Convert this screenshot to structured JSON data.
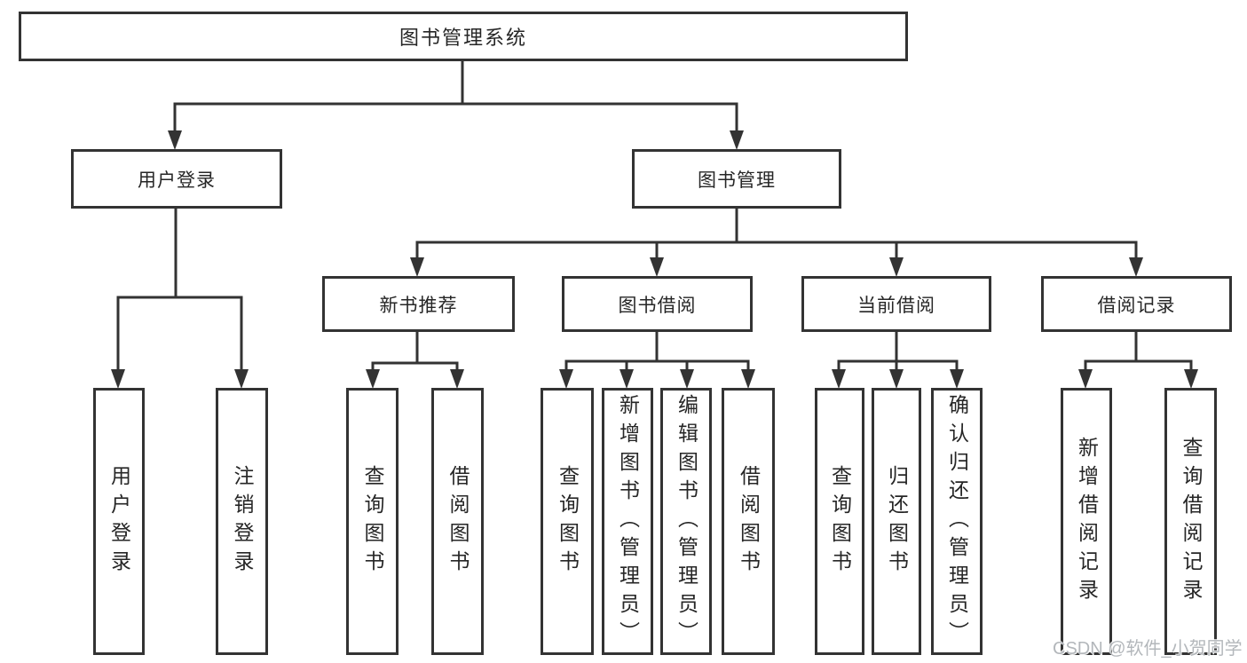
{
  "diagram": {
    "type": "hierarchy",
    "root": {
      "label": "图书管理系统"
    },
    "level2": [
      {
        "label": "用户登录"
      },
      {
        "label": "图书管理"
      }
    ],
    "level3": [
      {
        "label": "新书推荐"
      },
      {
        "label": "图书借阅"
      },
      {
        "label": "当前借阅"
      },
      {
        "label": "借阅记录"
      }
    ],
    "leaves": {
      "user_login": [
        "用户登录",
        "注销登录"
      ],
      "new_books": [
        "查询图书",
        "借阅图书"
      ],
      "book_borrow": [
        "查询图书",
        "新增图书（管理员）",
        "编辑图书（管理员）",
        "借阅图书"
      ],
      "current_borrow": [
        "查询图书",
        "归还图书",
        "确认归还（管理员）"
      ],
      "borrow_records": [
        "新增借阅记录",
        "查询借阅记录"
      ]
    },
    "colors": {
      "line": "#333333",
      "text": "#262626",
      "background": "#ffffff",
      "watermark": "#b3b7bb"
    },
    "watermark": "CSDN @软件_小贺同学"
  }
}
